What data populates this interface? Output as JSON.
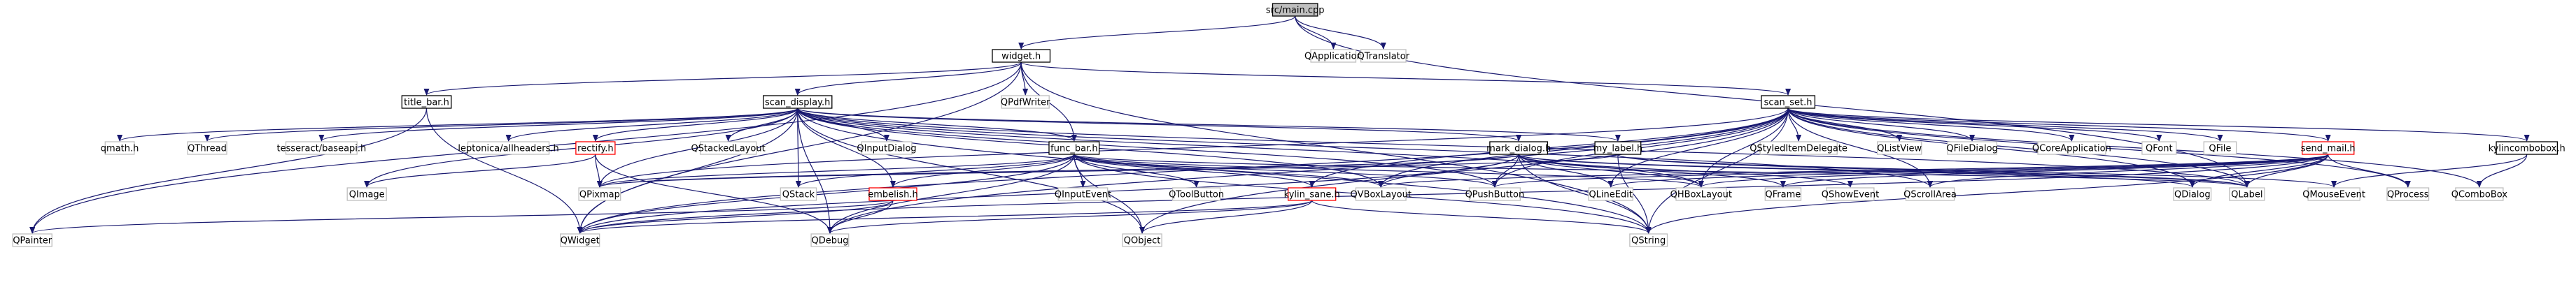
{
  "colors": {
    "edge": "#191970",
    "root_fill": "#bfbfbf",
    "node_fill": "#ffffff",
    "node_border": "#000000",
    "external_border": "#bfbfbf",
    "missing_border": "#ff0000",
    "text": "#000000"
  },
  "nodes": [
    {
      "id": "main",
      "label": "src/main.cpp",
      "kind": "root"
    },
    {
      "id": "widget",
      "label": "widget.h",
      "kind": "file"
    },
    {
      "id": "qapplication",
      "label": "QApplication",
      "kind": "external"
    },
    {
      "id": "qtranslator",
      "label": "QTranslator",
      "kind": "external"
    },
    {
      "id": "qpdfwriter",
      "label": "QPdfWriter",
      "kind": "external"
    },
    {
      "id": "titlebar",
      "label": "title_bar.h",
      "kind": "file"
    },
    {
      "id": "scandisplay",
      "label": "scan_display.h",
      "kind": "file"
    },
    {
      "id": "scanset",
      "label": "scan_set.h",
      "kind": "file"
    },
    {
      "id": "qmath",
      "label": "qmath.h",
      "kind": "external"
    },
    {
      "id": "qthread",
      "label": "QThread",
      "kind": "external"
    },
    {
      "id": "tesseract",
      "label": "tesseract/baseapi.h",
      "kind": "external"
    },
    {
      "id": "leptonica",
      "label": "leptonica/allheaders.h",
      "kind": "external"
    },
    {
      "id": "rectify",
      "label": "rectify.h",
      "kind": "missing"
    },
    {
      "id": "qstackedlayout",
      "label": "QStackedLayout",
      "kind": "external"
    },
    {
      "id": "qinputdialog",
      "label": "QInputDialog",
      "kind": "external"
    },
    {
      "id": "funcbar",
      "label": "func_bar.h",
      "kind": "file"
    },
    {
      "id": "markdialog",
      "label": "mark_dialog.h",
      "kind": "file"
    },
    {
      "id": "mylabel",
      "label": "my_label.h",
      "kind": "file"
    },
    {
      "id": "qstyleditemdelegate",
      "label": "QStyledItemDelegate",
      "kind": "external"
    },
    {
      "id": "qlistview",
      "label": "QListView",
      "kind": "external"
    },
    {
      "id": "qfiledialog",
      "label": "QFileDialog",
      "kind": "external"
    },
    {
      "id": "qcoreapplication",
      "label": "QCoreApplication",
      "kind": "external"
    },
    {
      "id": "qfont",
      "label": "QFont",
      "kind": "external"
    },
    {
      "id": "qfile",
      "label": "QFile",
      "kind": "external"
    },
    {
      "id": "sendmail",
      "label": "send_mail.h",
      "kind": "missing"
    },
    {
      "id": "kylincombobox",
      "label": "kylincombobox.h",
      "kind": "file"
    },
    {
      "id": "qimage",
      "label": "QImage",
      "kind": "external"
    },
    {
      "id": "qpixmap",
      "label": "QPixmap",
      "kind": "external"
    },
    {
      "id": "qstack",
      "label": "QStack",
      "kind": "external"
    },
    {
      "id": "embelish",
      "label": "embelish.h",
      "kind": "missing"
    },
    {
      "id": "qinputevent",
      "label": "QInputEvent",
      "kind": "external"
    },
    {
      "id": "qtoolbutton",
      "label": "QToolButton",
      "kind": "external"
    },
    {
      "id": "kylinsane",
      "label": "kylin_sane.h",
      "kind": "missing"
    },
    {
      "id": "qvboxlayout",
      "label": "QVBoxLayout",
      "kind": "external"
    },
    {
      "id": "qpushbutton",
      "label": "QPushButton",
      "kind": "external"
    },
    {
      "id": "qlineedit",
      "label": "QLineEdit",
      "kind": "external"
    },
    {
      "id": "qhboxlayout",
      "label": "QHBoxLayout",
      "kind": "external"
    },
    {
      "id": "qframe",
      "label": "QFrame",
      "kind": "external"
    },
    {
      "id": "qshowevent",
      "label": "QShowEvent",
      "kind": "external"
    },
    {
      "id": "qscrollarea",
      "label": "QScrollArea",
      "kind": "external"
    },
    {
      "id": "qdialog",
      "label": "QDialog",
      "kind": "external"
    },
    {
      "id": "qlabel",
      "label": "QLabel",
      "kind": "external"
    },
    {
      "id": "qmouseevent",
      "label": "QMouseEvent",
      "kind": "external"
    },
    {
      "id": "qprocess",
      "label": "QProcess",
      "kind": "external"
    },
    {
      "id": "qcombobox",
      "label": "QComboBox",
      "kind": "external"
    },
    {
      "id": "qpainter",
      "label": "QPainter",
      "kind": "external"
    },
    {
      "id": "qwidget",
      "label": "QWidget",
      "kind": "external"
    },
    {
      "id": "qdebug",
      "label": "QDebug",
      "kind": "external"
    },
    {
      "id": "qobject",
      "label": "QObject",
      "kind": "external"
    },
    {
      "id": "qstring",
      "label": "QString",
      "kind": "external"
    }
  ],
  "edges": [
    [
      "main",
      "widget"
    ],
    [
      "main",
      "qapplication"
    ],
    [
      "main",
      "qtranslator"
    ],
    [
      "main",
      "qlabel"
    ],
    [
      "widget",
      "qpdfwriter"
    ],
    [
      "widget",
      "titlebar"
    ],
    [
      "widget",
      "scandisplay"
    ],
    [
      "widget",
      "scanset"
    ],
    [
      "widget",
      "funcbar"
    ],
    [
      "widget",
      "qpainter"
    ],
    [
      "widget",
      "qwidget"
    ],
    [
      "widget",
      "qstring"
    ],
    [
      "titlebar",
      "qpainter"
    ],
    [
      "titlebar",
      "qwidget"
    ],
    [
      "scandisplay",
      "qmath"
    ],
    [
      "scandisplay",
      "qthread"
    ],
    [
      "scandisplay",
      "tesseract"
    ],
    [
      "scandisplay",
      "leptonica"
    ],
    [
      "scandisplay",
      "rectify"
    ],
    [
      "scandisplay",
      "qstackedlayout"
    ],
    [
      "scandisplay",
      "qinputdialog"
    ],
    [
      "scandisplay",
      "funcbar"
    ],
    [
      "scandisplay",
      "markdialog"
    ],
    [
      "scandisplay",
      "mylabel"
    ],
    [
      "scandisplay",
      "qimage"
    ],
    [
      "scandisplay",
      "qpixmap"
    ],
    [
      "scandisplay",
      "qstack"
    ],
    [
      "scandisplay",
      "embelish"
    ],
    [
      "scandisplay",
      "qvboxlayout"
    ],
    [
      "scandisplay",
      "qpushbutton"
    ],
    [
      "scandisplay",
      "qhboxlayout"
    ],
    [
      "scandisplay",
      "qwidget"
    ],
    [
      "scandisplay",
      "qdebug"
    ],
    [
      "scandisplay",
      "qobject"
    ],
    [
      "scandisplay",
      "qstring"
    ],
    [
      "scandisplay",
      "qlabel"
    ],
    [
      "scandisplay",
      "qscrollarea"
    ],
    [
      "rectify",
      "qimage"
    ],
    [
      "rectify",
      "qpixmap"
    ],
    [
      "rectify",
      "qdebug"
    ],
    [
      "funcbar",
      "qpixmap"
    ],
    [
      "funcbar",
      "qstack"
    ],
    [
      "funcbar",
      "embelish"
    ],
    [
      "funcbar",
      "qinputevent"
    ],
    [
      "funcbar",
      "qtoolbutton"
    ],
    [
      "funcbar",
      "kylinsane"
    ],
    [
      "funcbar",
      "qvboxlayout"
    ],
    [
      "funcbar",
      "qpushbutton"
    ],
    [
      "funcbar",
      "qhboxlayout"
    ],
    [
      "funcbar",
      "qwidget"
    ],
    [
      "funcbar",
      "qdebug"
    ],
    [
      "funcbar",
      "qobject"
    ],
    [
      "funcbar",
      "qstring"
    ],
    [
      "funcbar",
      "qlabel"
    ],
    [
      "embelish",
      "qpainter"
    ],
    [
      "embelish",
      "qwidget"
    ],
    [
      "embelish",
      "qdebug"
    ],
    [
      "kylinsane",
      "qwidget"
    ],
    [
      "kylinsane",
      "qdebug"
    ],
    [
      "kylinsane",
      "qobject"
    ],
    [
      "kylinsane",
      "qstring"
    ],
    [
      "markdialog",
      "qpixmap"
    ],
    [
      "markdialog",
      "qvboxlayout"
    ],
    [
      "markdialog",
      "qpushbutton"
    ],
    [
      "markdialog",
      "qlineedit"
    ],
    [
      "markdialog",
      "qhboxlayout"
    ],
    [
      "markdialog",
      "qframe"
    ],
    [
      "markdialog",
      "qshowevent"
    ],
    [
      "markdialog",
      "qdialog"
    ],
    [
      "markdialog",
      "qlabel"
    ],
    [
      "markdialog",
      "qwidget"
    ],
    [
      "markdialog",
      "qstring"
    ],
    [
      "mylabel",
      "qpixmap"
    ],
    [
      "mylabel",
      "qmouseevent"
    ],
    [
      "mylabel",
      "qlabel"
    ],
    [
      "mylabel",
      "qstring"
    ],
    [
      "scanset",
      "qstyleditemdelegate"
    ],
    [
      "scanset",
      "qlistview"
    ],
    [
      "scanset",
      "qfiledialog"
    ],
    [
      "scanset",
      "qcoreapplication"
    ],
    [
      "scanset",
      "qfont"
    ],
    [
      "scanset",
      "qfile"
    ],
    [
      "scanset",
      "sendmail"
    ],
    [
      "scanset",
      "kylincombobox"
    ],
    [
      "scanset",
      "qcombobox"
    ],
    [
      "scanset",
      "qprocess"
    ],
    [
      "scanset",
      "qlabel"
    ],
    [
      "scanset",
      "qdialog"
    ],
    [
      "scanset",
      "qscrollarea"
    ],
    [
      "scanset",
      "qhboxlayout"
    ],
    [
      "scanset",
      "qvboxlayout"
    ],
    [
      "scanset",
      "qpushbutton"
    ],
    [
      "scanset",
      "qlineedit"
    ],
    [
      "scanset",
      "qwidget"
    ],
    [
      "scanset",
      "qdebug"
    ],
    [
      "scanset",
      "qobject"
    ],
    [
      "scanset",
      "qstring"
    ],
    [
      "scanset",
      "kylinsane"
    ],
    [
      "scanset",
      "qpixmap"
    ],
    [
      "sendmail",
      "qvboxlayout"
    ],
    [
      "sendmail",
      "qpushbutton"
    ],
    [
      "sendmail",
      "qlineedit"
    ],
    [
      "sendmail",
      "qhboxlayout"
    ],
    [
      "sendmail",
      "qframe"
    ],
    [
      "sendmail",
      "qscrollarea"
    ],
    [
      "sendmail",
      "qdialog"
    ],
    [
      "sendmail",
      "qlabel"
    ],
    [
      "sendmail",
      "qprocess"
    ],
    [
      "sendmail",
      "qstring"
    ],
    [
      "sendmail",
      "qwidget"
    ],
    [
      "kylincombobox",
      "qmouseevent"
    ],
    [
      "kylincombobox",
      "qcombobox"
    ]
  ]
}
